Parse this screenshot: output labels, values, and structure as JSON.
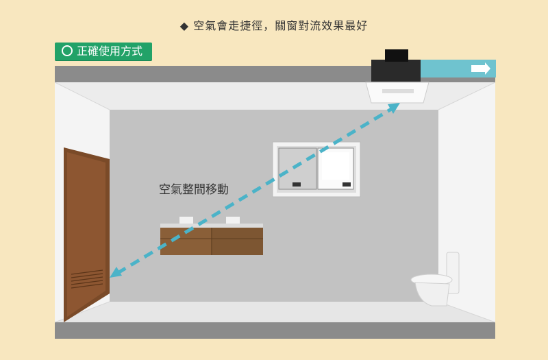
{
  "header": {
    "note": "◆ 空氣會走捷徑，關窗對流效果最好"
  },
  "badge": {
    "text": "正確使用方式"
  },
  "room": {
    "airflow_label": "空氣整間移動"
  },
  "colors": {
    "accent_green": "#22a268",
    "airflow_dash": "#4bb3c8",
    "duct": "#6fc3cf",
    "background": "#f8e7bf"
  }
}
